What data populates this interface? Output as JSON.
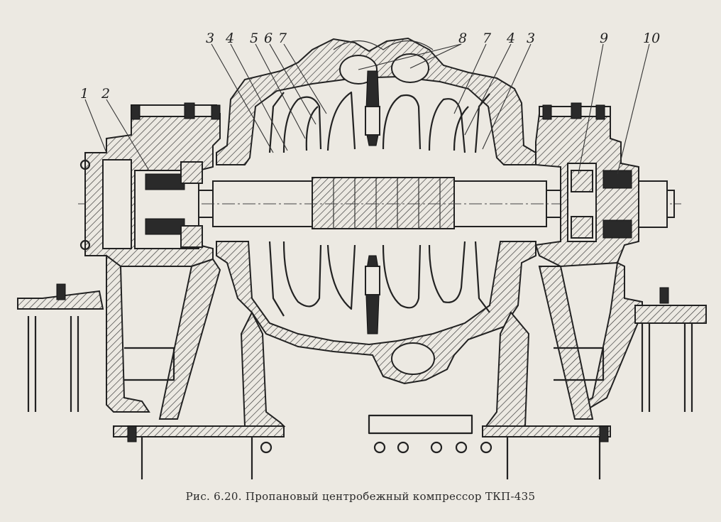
{
  "caption": "Рис. 6.20. Пропановый центробежный компрессор ТКП-435",
  "callouts": [
    "1",
    "2",
    "3",
    "4",
    "5",
    "6",
    "7",
    "8",
    "7",
    "4",
    "3",
    "9",
    "10"
  ],
  "colors": {
    "paper": "#ece9e2",
    "ink": "#222222"
  }
}
